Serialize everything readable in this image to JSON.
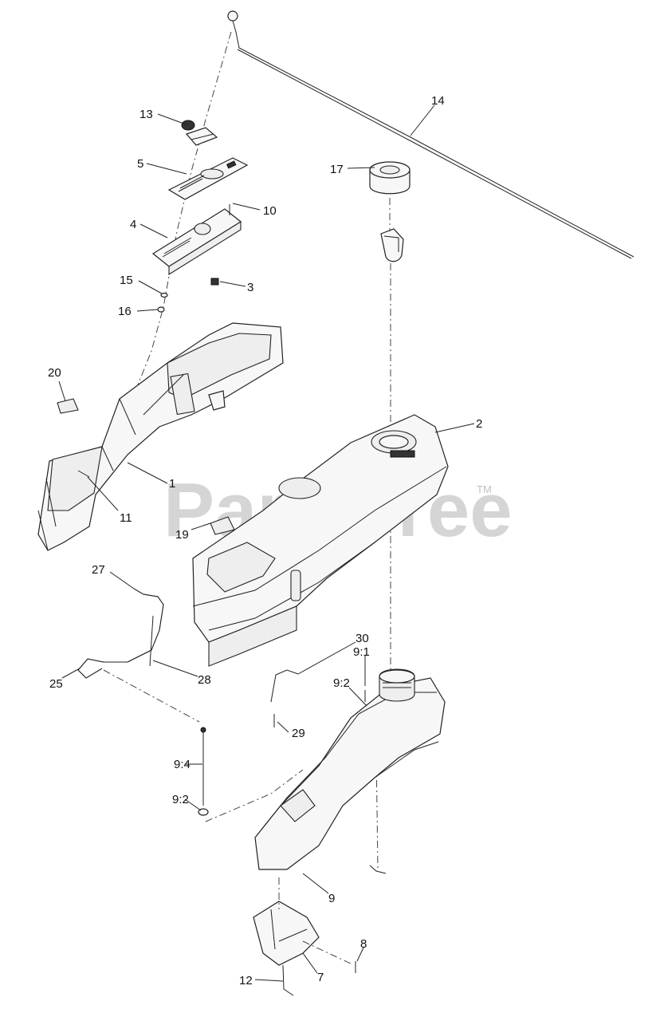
{
  "watermark": {
    "text": "PartsTree",
    "tm": "TM"
  },
  "callouts": [
    {
      "id": "14",
      "label": "14"
    },
    {
      "id": "13",
      "label": "13"
    },
    {
      "id": "5",
      "label": "5"
    },
    {
      "id": "17",
      "label": "17"
    },
    {
      "id": "10",
      "label": "10"
    },
    {
      "id": "4",
      "label": "4"
    },
    {
      "id": "3",
      "label": "3"
    },
    {
      "id": "15",
      "label": "15"
    },
    {
      "id": "16",
      "label": "16"
    },
    {
      "id": "20",
      "label": "20"
    },
    {
      "id": "2",
      "label": "2"
    },
    {
      "id": "1",
      "label": "1"
    },
    {
      "id": "11",
      "label": "11"
    },
    {
      "id": "19",
      "label": "19"
    },
    {
      "id": "27",
      "label": "27"
    },
    {
      "id": "30",
      "label": "30"
    },
    {
      "id": "9_1",
      "label": "9:1"
    },
    {
      "id": "9_2a",
      "label": "9:2"
    },
    {
      "id": "28",
      "label": "28"
    },
    {
      "id": "25",
      "label": "25"
    },
    {
      "id": "29",
      "label": "29"
    },
    {
      "id": "9_4",
      "label": "9:4"
    },
    {
      "id": "9_2b",
      "label": "9:2"
    },
    {
      "id": "9",
      "label": "9"
    },
    {
      "id": "8",
      "label": "8"
    },
    {
      "id": "12",
      "label": "12"
    },
    {
      "id": "7",
      "label": "7"
    }
  ]
}
